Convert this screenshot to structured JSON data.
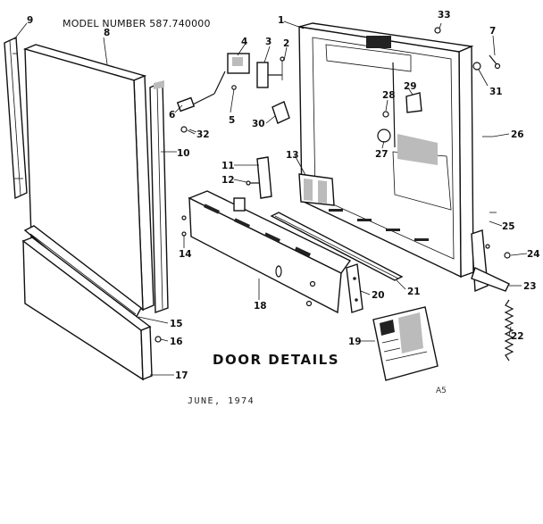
{
  "header": {
    "model_number": "MODEL NUMBER 587.740000"
  },
  "title": "DOOR DETAILS",
  "date": "JUNE, 1974",
  "corner_mark": "A5",
  "callouts": {
    "c1": "1",
    "c2": "2",
    "c3": "3",
    "c4": "4",
    "c5": "5",
    "c6": "6",
    "c7": "7",
    "c8": "8",
    "c9": "9",
    "c10": "10",
    "c11": "11",
    "c12": "12",
    "c13": "13",
    "c14": "14",
    "c15": "15",
    "c16": "16",
    "c17": "17",
    "c18": "18",
    "c19": "19",
    "c20": "20",
    "c21": "21",
    "c22": "22",
    "c23": "23",
    "c24": "24",
    "c25": "25",
    "c26": "26",
    "c27": "27",
    "c28": "28",
    "c29": "29",
    "c30": "30",
    "c31": "31",
    "c32": "32",
    "c33": "33"
  }
}
